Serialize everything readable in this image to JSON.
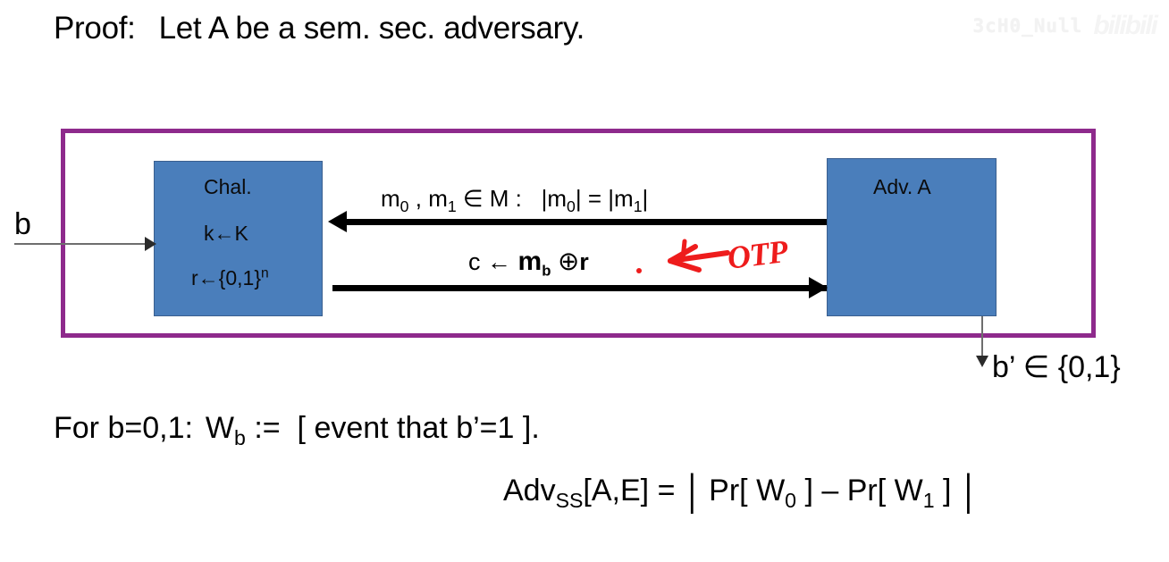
{
  "slide": {
    "title_prefix": "Proof:",
    "title_text": "Let A be a sem. sec. adversary."
  },
  "watermark": {
    "username": "3cH0_Null",
    "logo": "bilibili"
  },
  "experiment": {
    "frame_color": "#8E2A8C",
    "box_color": "#4A7EBB",
    "challenger": {
      "title": "Chal.",
      "key_gen": "k←K",
      "rand_gen_prefix": "r←{0,1}",
      "rand_gen_exponent": "n"
    },
    "adversary": {
      "title": "Adv. A"
    },
    "messages": [
      {
        "id": "m0-m1-query",
        "direction": "right-to-left",
        "text": "m₀ , m₁ ∈ M :   |m₀| = |m₁|",
        "parts": {
          "m": "m",
          "sub0": "0",
          "sub1": "1",
          "comma": " , ",
          "in_m": " ∈ M :",
          "abs_eq": "="
        }
      },
      {
        "id": "ciphertext-response",
        "direction": "left-to-right",
        "text": "c ← mᵇ ⊕ r",
        "parts": {
          "prefix": "c ← ",
          "bold_m": "m",
          "sub_b": "b",
          "oplus": "⊕",
          "bold_r": "r"
        }
      }
    ],
    "annotation": {
      "text": "OTP",
      "color": "#ee1c1c",
      "arrow": "left-pointing-arrow"
    },
    "input": {
      "label": "b"
    },
    "output": {
      "label": "b’ ∈ {0,1}"
    }
  },
  "definitions": {
    "event_line": {
      "prefix": "For b=0,1:",
      "w_symbol": "W",
      "w_subscript": "b",
      "assign": ":=",
      "body": "[ event that b’=1 ]."
    },
    "advantage_line": {
      "adv": "Adv",
      "adv_subscript": "SS",
      "adv_args": "[A,E] =",
      "bar": "|",
      "pr_w0_open": "Pr[ W",
      "pr_w0_sub": "0",
      "pr_w0_close": " ]",
      "minus": "–",
      "pr_w1_open": "Pr[ W",
      "pr_w1_sub": "1",
      "pr_w1_close": " ]"
    }
  }
}
